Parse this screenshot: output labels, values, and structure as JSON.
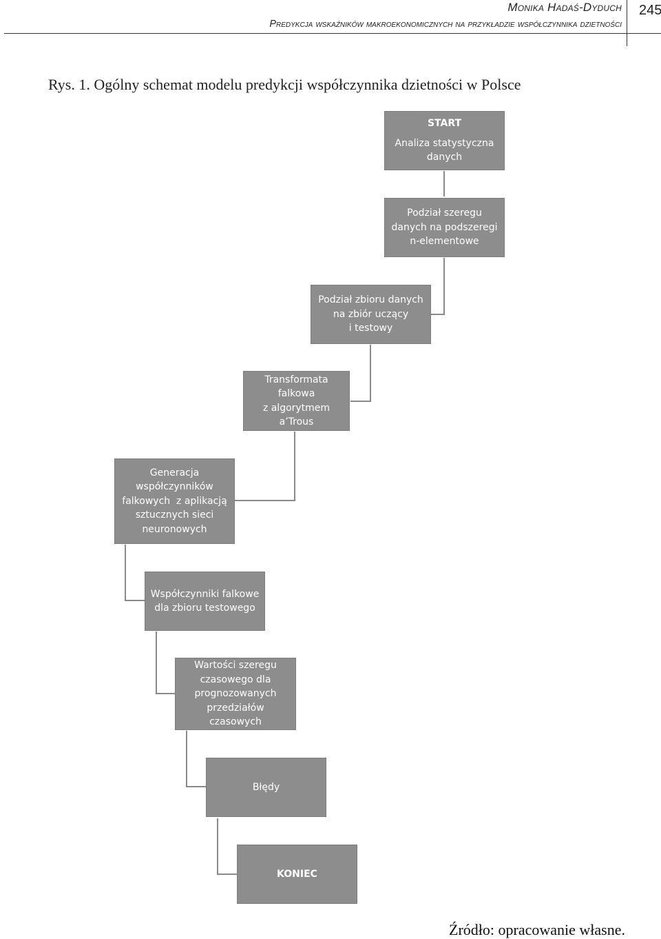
{
  "header": {
    "author": "Monika Hadaś-Dyduch",
    "running_title": "Predykcja wskaźników makroekonomicznych na przykładzie współczynnika dzietności",
    "page_number": "245"
  },
  "figure": {
    "caption": "Rys. 1. Ogólny schemat modelu predykcji współczynnika dzietności w Polsce",
    "source": "Źródło: opracowanie własne."
  },
  "flowchart": {
    "steps": [
      {
        "lines": [
          "START",
          "Analiza statystyczna",
          "danych"
        ]
      },
      {
        "lines": [
          "Podział szeregu",
          "danych na podszeregi",
          "n-elementowe"
        ]
      },
      {
        "lines": [
          "Podział zbioru danych",
          "na zbiór uczący",
          "i testowy"
        ]
      },
      {
        "lines": [
          "Transformata",
          "falkowa",
          "z algorytmem",
          "a’Trous"
        ]
      },
      {
        "lines": [
          "Generacja",
          "współczynników",
          "falkowych  z aplikacją",
          "sztucznych sieci",
          "neuronowych"
        ]
      },
      {
        "lines": [
          "Współczynniki falkowe",
          "dla zbioru testowego"
        ]
      },
      {
        "lines": [
          "Wartości szeregu",
          "czasowego dla",
          "prognozowanych",
          "przedziałów",
          "czasowych"
        ]
      },
      {
        "lines": [
          "Błędy"
        ]
      },
      {
        "lines": [
          "KONIEC"
        ]
      }
    ],
    "colors": {
      "box_fill": "#8d8d8d",
      "box_text": "#ffffff",
      "connector": "#8a8a8a"
    }
  }
}
